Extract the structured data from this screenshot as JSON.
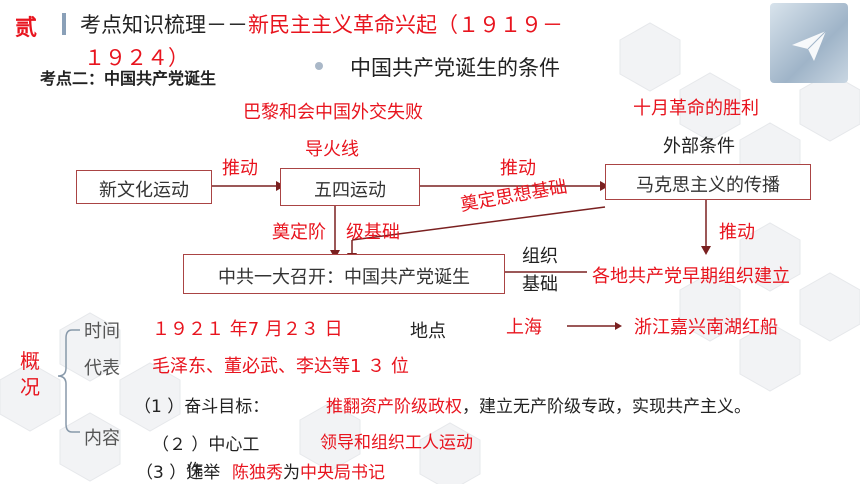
{
  "header": {
    "section_mark": "贰",
    "title_prefix": "考点知识梳理－－",
    "title_red": "新民主主义革命兴起（１９１９－",
    "title_red_cont": "１９２４）"
  },
  "topic": "考点二：中国共产党诞生",
  "subtitle": "中国共产党诞生的条件",
  "flow": {
    "paris": "巴黎和会中国外交失败",
    "fuse": "导火线",
    "october": "十月革命的胜利",
    "external": "外部条件",
    "push1": "推动",
    "push2": "推动",
    "push3": "推动",
    "new_culture": "新文化运动",
    "may_fourth": "五四运动",
    "marxism": "马克思主义的传播",
    "class_basis_a": "奠定阶",
    "class_basis_b": "级基础",
    "ideology_basis": "奠定思想基础",
    "org_a": "组织",
    "org_b": "基础",
    "congress": "中共一大召开：中国共产党诞生",
    "local_orgs": "各地共产党早期组织建立"
  },
  "overview": {
    "heading": "概况",
    "time_label": "时间",
    "time_value": "１９２１ 年7 月２３ 日",
    "place_label": "地点",
    "place_value_1": "上海",
    "place_value_2": "浙江嘉兴南湖红船",
    "rep_label": "代表",
    "rep_value": "毛泽东、董必武、李达等1 ３ 位",
    "goal_prefix": "（1 ）奋斗目标：",
    "goal_red": "推翻资产阶级政权",
    "goal_rest": "，建立无产阶级专政，实现共产主义。",
    "content_label": "内容",
    "center_prefix": "（２ ）中心工",
    "center_red": "领导和组织工人运动",
    "elect_prefix": "（3 ）选举",
    "elect_overlap": "作",
    "elect_red1": "陈独秀",
    "elect_mid": "为",
    "elect_red2": "中央局书记"
  },
  "colors": {
    "accent_red": "#e8141e",
    "box_border": "#a44444",
    "arrow": "#7a2020"
  }
}
